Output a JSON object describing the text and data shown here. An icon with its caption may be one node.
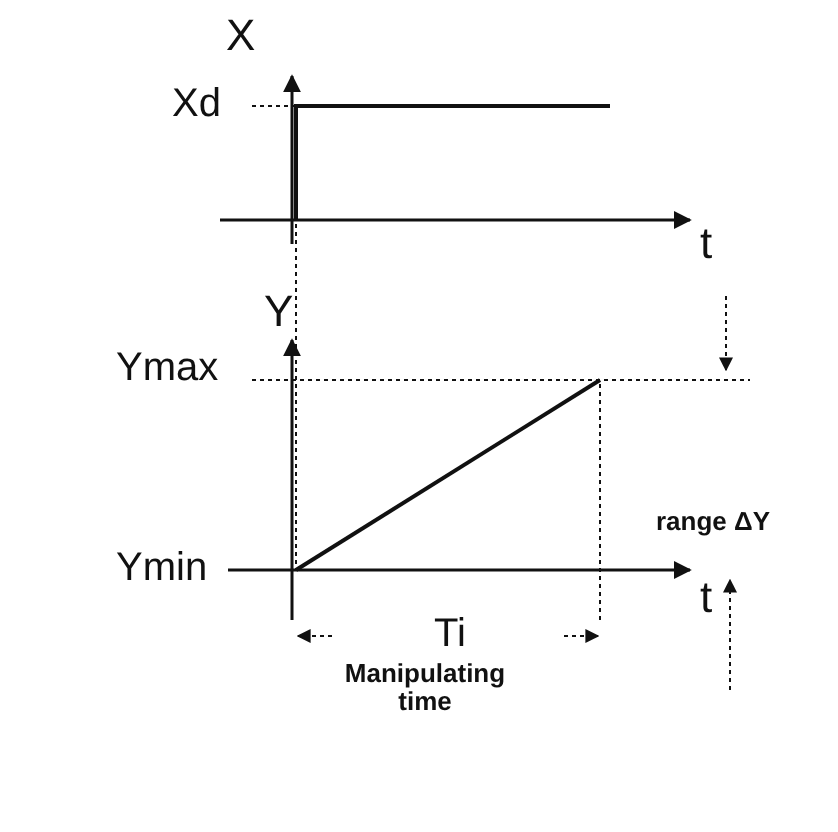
{
  "diagram": {
    "labels": [
      "X",
      "Xd",
      "t",
      "Y",
      "Ymax",
      "range ΔY",
      "Ymin",
      "t",
      "Ti",
      "Manipulating time"
    ]
  }
}
